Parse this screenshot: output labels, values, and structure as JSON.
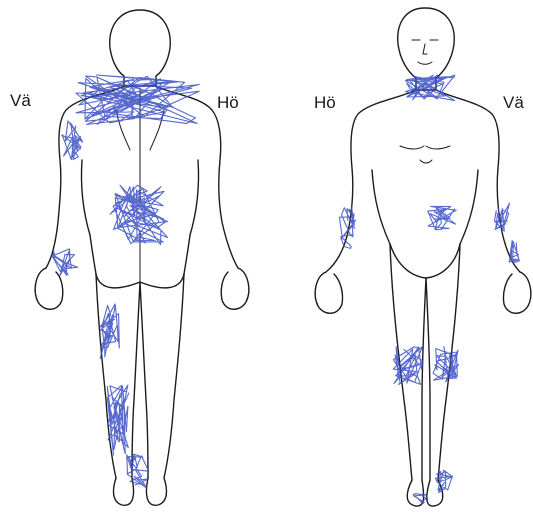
{
  "labels": {
    "back_left": "Vä",
    "back_right": "Hö",
    "front_right": "Hö",
    "front_left": "Vä"
  },
  "colors": {
    "outline": "#1c1c1c",
    "marking": "#3a4fc4"
  }
}
